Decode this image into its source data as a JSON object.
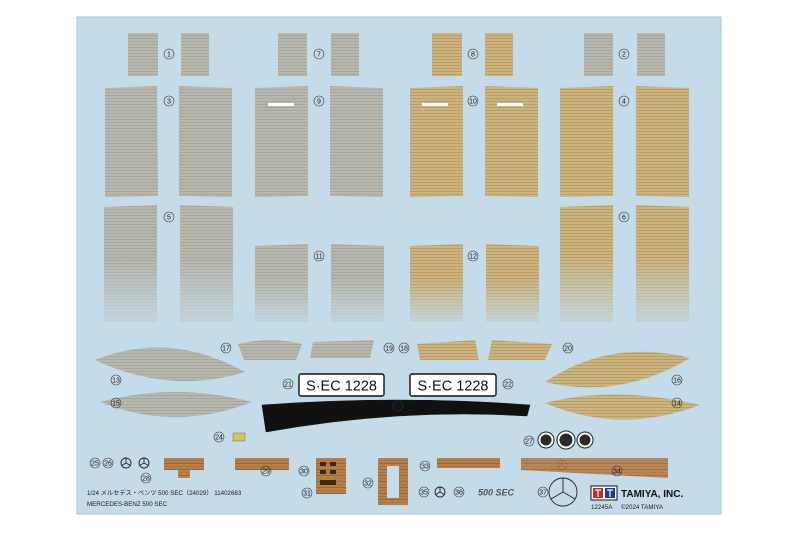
{
  "sheet": {
    "part_numbers": [
      "1",
      "2",
      "3",
      "4",
      "5",
      "6",
      "7",
      "8",
      "9",
      "10",
      "11",
      "12",
      "13",
      "14",
      "15",
      "16",
      "17",
      "18",
      "19",
      "20",
      "21",
      "22",
      "23",
      "24",
      "25",
      "26",
      "27",
      "28",
      "29",
      "30",
      "31",
      "32",
      "33",
      "34",
      "35",
      "36",
      "37"
    ],
    "license_plate_left": "S·EC 1228",
    "license_plate_right": "S·EC 1228",
    "emblem_text": "500 SEC",
    "footer_line1": "1/24 メルセデス・ベンツ 500 SEC（24029） 11402683",
    "footer_line2": "MERCEDES-BENZ 500 SEC",
    "brand_name": "TAMIYA, INC.",
    "brand_code": "12245A",
    "copyright": "©2024 TAMIYA",
    "colors": {
      "sheet_background": "#c4dbe9",
      "grey_panel": "#b4b3a8",
      "tan_panel": "#c8b27c",
      "wood": "#b57f4a"
    }
  }
}
